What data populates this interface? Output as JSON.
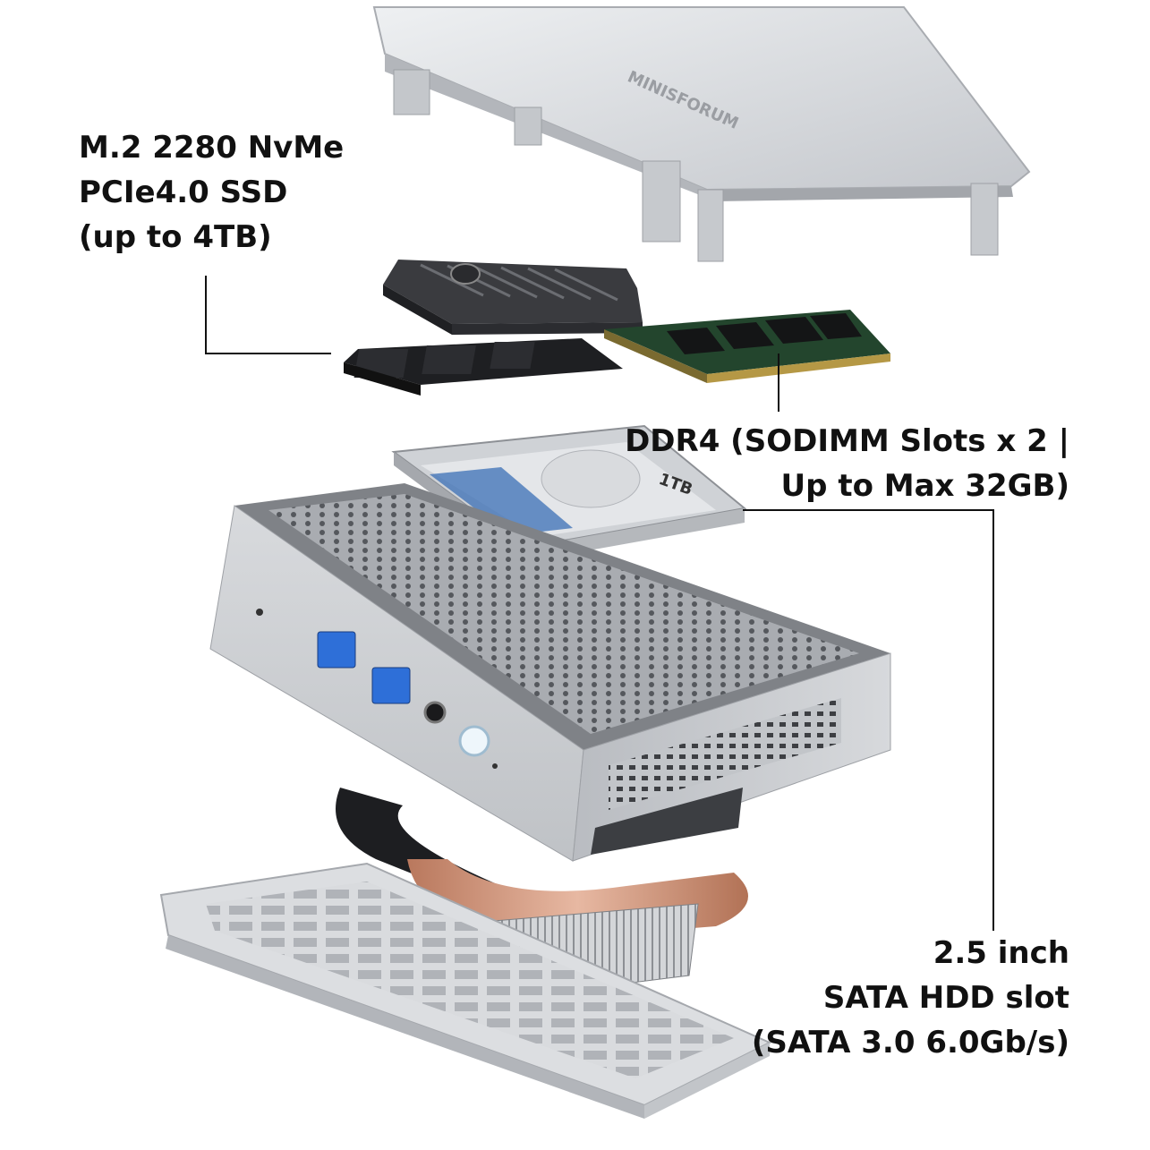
{
  "labels": {
    "ssd": {
      "line1": "M.2 2280 NvMe",
      "line2": "PCIe4.0 SSD",
      "line3": "(up to 4TB)"
    },
    "ram": {
      "line1": "DDR4 (SODIMM Slots x 2 |",
      "line2": "Up to Max 32GB)"
    },
    "hdd": {
      "line1": "2.5 inch",
      "line2": "SATA HDD slot",
      "line3": "(SATA 3.0 6.0Gb/s)"
    }
  },
  "device": {
    "brand_logo_text": "MINISFORUM",
    "hdd_capacity_text": "1TB"
  },
  "colors": {
    "aluminum": "#c9ccd1",
    "aluminum_dark": "#9ea2a8",
    "heatsink": "#2a2b2e",
    "hdd_label_blue": "#3b6fb6",
    "copper": "#c98a6e",
    "usb_blue": "#2e6fd8",
    "text": "#111111"
  }
}
